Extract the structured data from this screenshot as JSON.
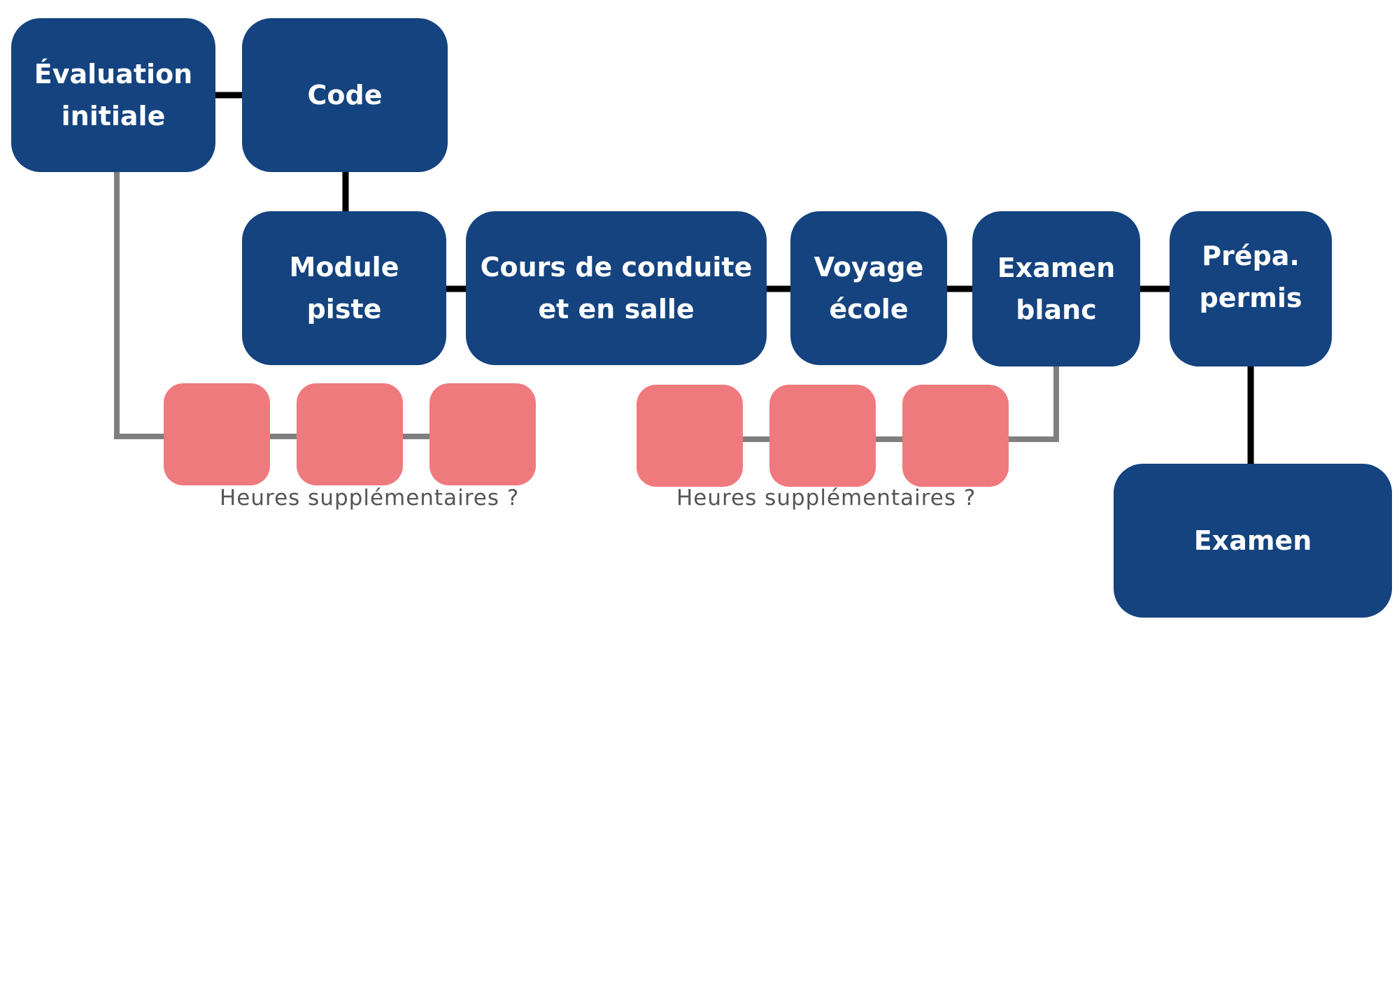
{
  "colors": {
    "node_fill": "#14437f",
    "node_text": "#ffffff",
    "optional_fill": "#ef7a7e",
    "main_connector": "#000000",
    "optional_connector": "#7f7f7f",
    "note_text": "#555555"
  },
  "nodes": {
    "evaluation": "Évaluation\ninitiale",
    "code": "Code",
    "module_piste": "Module\npiste",
    "cours": "Cours de conduite\net en salle",
    "voyage": "Voyage\nécole",
    "examen_blanc": "Examen\nblanc",
    "prepa": "Prépa.\npermis",
    "examen": "Examen"
  },
  "optional_groups": [
    {
      "note": "Heures supplémentaires ?",
      "box_count": 3
    },
    {
      "note": "Heures supplémentaires ?",
      "box_count": 3
    }
  ]
}
